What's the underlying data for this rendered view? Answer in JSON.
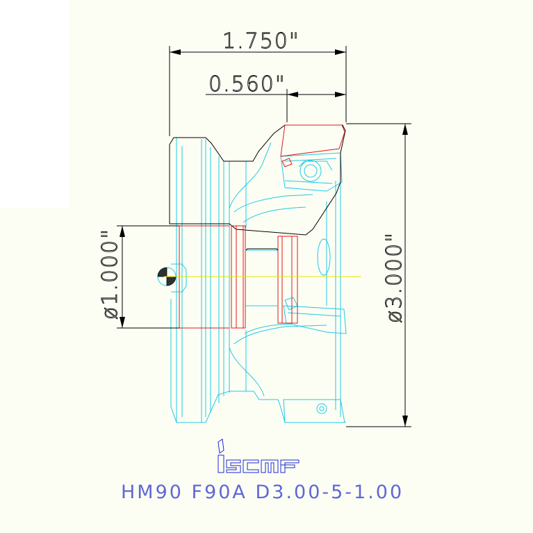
{
  "drawing": {
    "dimensions": {
      "overall_length": "1.750\"",
      "insert_offset": "0.560\"",
      "bore_diameter": "ø1.000\"",
      "cutter_diameter": "ø3.000\""
    },
    "brand": "iscar",
    "designation": "HM90 F90A D3.00-5-1.00",
    "colors": {
      "body_outline": "#20c8e8",
      "insert_outline": "#e01818",
      "dimension_lines": "#000000",
      "title_text": "#5f67d8",
      "logo": "#1a28d8",
      "centerline": "#e8e800"
    }
  }
}
